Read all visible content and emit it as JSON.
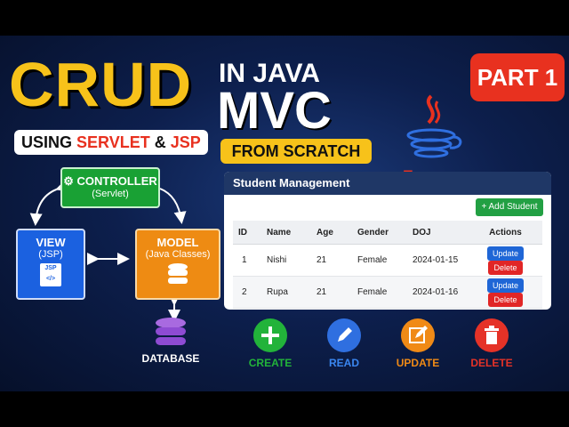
{
  "title": {
    "crud": "CRUD",
    "in_java": "IN JAVA",
    "mvc": "MVC",
    "using_pre": "USING",
    "servlet": "SERVLET",
    "amp": "&",
    "jsp": "JSP",
    "from_scratch": "FROM SCRATCH",
    "part": "PART 1",
    "java_logo": "Java"
  },
  "diagram": {
    "controller": {
      "title": "CONTROLLER",
      "sub": "(Servlet)"
    },
    "view": {
      "title": "VIEW",
      "sub": "(JSP)",
      "file_label": "JSP"
    },
    "model": {
      "title": "MODEL",
      "sub": "(Java Classes)"
    },
    "database": "DATABASE"
  },
  "app": {
    "header": "Student Management",
    "add_button": "+ Add Student",
    "columns": [
      "ID",
      "Name",
      "Age",
      "Gender",
      "DOJ",
      "Actions"
    ],
    "rows": [
      {
        "id": "1",
        "name": "Nishi",
        "age": "21",
        "gender": "Female",
        "doj": "2024-01-15"
      },
      {
        "id": "2",
        "name": "Rupa",
        "age": "21",
        "gender": "Female",
        "doj": "2024-01-16"
      }
    ],
    "update": "Update",
    "delete": "Delete"
  },
  "ops": [
    {
      "label": "CREATE",
      "color": "#22b33a",
      "icon": "plus-icon"
    },
    {
      "label": "READ",
      "color": "#2f6fe0",
      "icon": "pencil-icon"
    },
    {
      "label": "UPDATE",
      "color": "#f08a16",
      "icon": "edit-icon"
    },
    {
      "label": "DELETE",
      "color": "#e53227",
      "icon": "trash-icon"
    }
  ]
}
